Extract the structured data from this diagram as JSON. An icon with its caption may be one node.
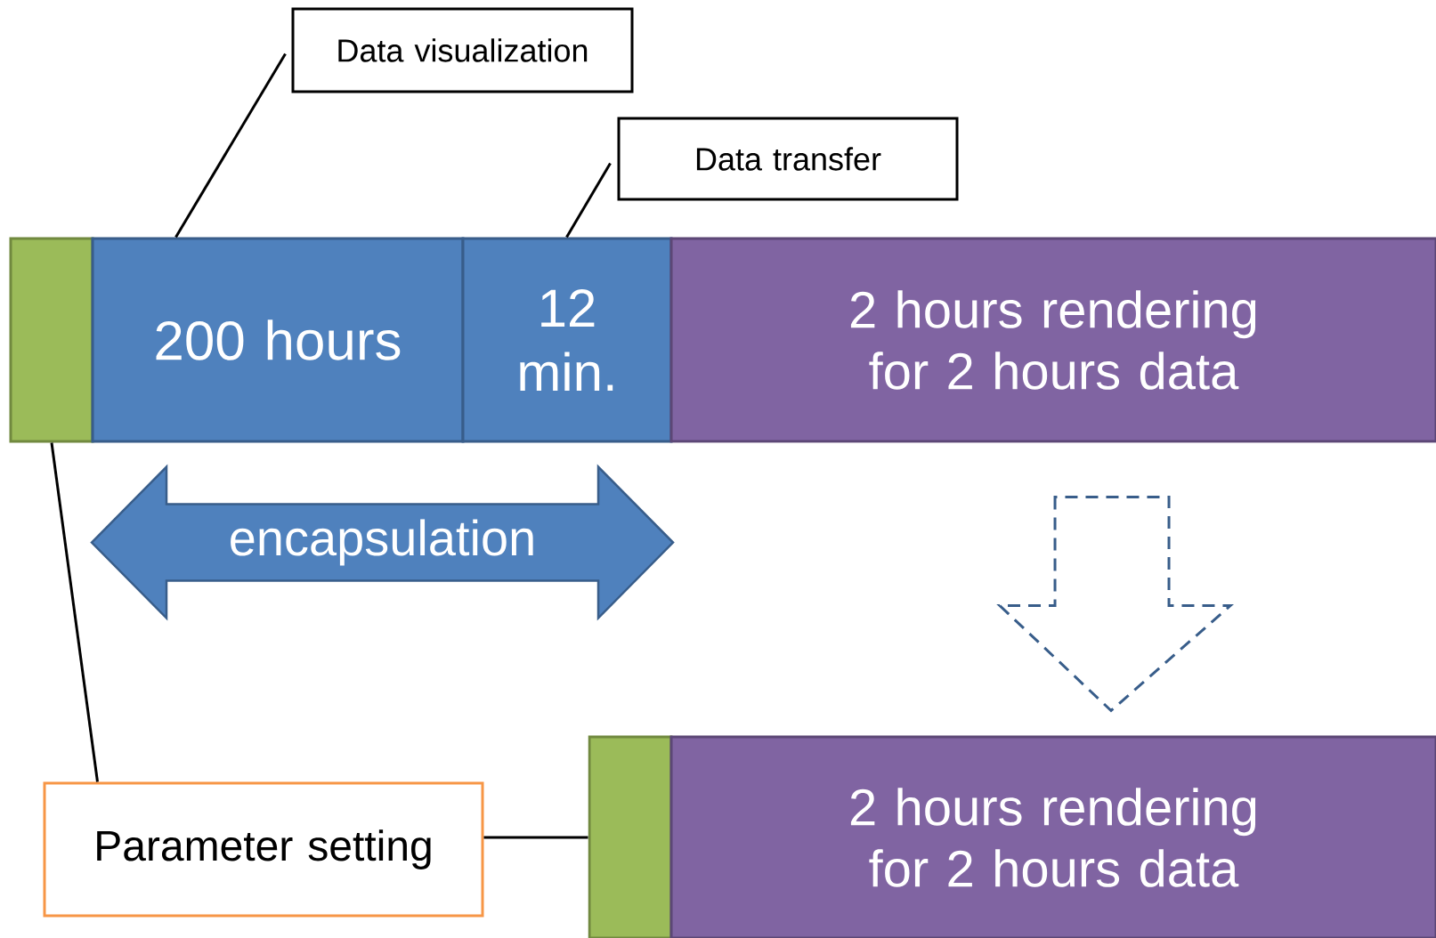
{
  "diagram": {
    "nodes": [
      {
        "text": [
          "Data visualization"
        ]
      },
      {
        "text": [
          "Data transfer"
        ]
      },
      {
        "text": [],
        "shape": "bar"
      },
      {
        "text": [
          "200 hours"
        ]
      },
      {
        "text": [
          "12 min."
        ]
      },
      {
        "text": [
          "2 hours rendering for 2 hours data"
        ]
      },
      {
        "text": [
          "encapsulation"
        ]
      },
      {
        "text": [
          "Parameter setting"
        ]
      },
      {
        "text": [],
        "shape": "bar"
      },
      {
        "text": [
          "2 hours rendering for 2 hours data"
        ]
      }
    ],
    "edges": [
      {
        "from": 0,
        "to": 3,
        "arrow": "none"
      },
      {
        "from": 1,
        "to": 4,
        "arrow": "none"
      },
      {
        "from": 7,
        "to": 2,
        "arrow": "none"
      },
      {
        "from": 7,
        "to": 8,
        "arrow": "none"
      },
      {
        "from": 5,
        "to": 9,
        "arrow": "to",
        "style": "dashed",
        "color": "#385d8a"
      }
    ]
  }
}
